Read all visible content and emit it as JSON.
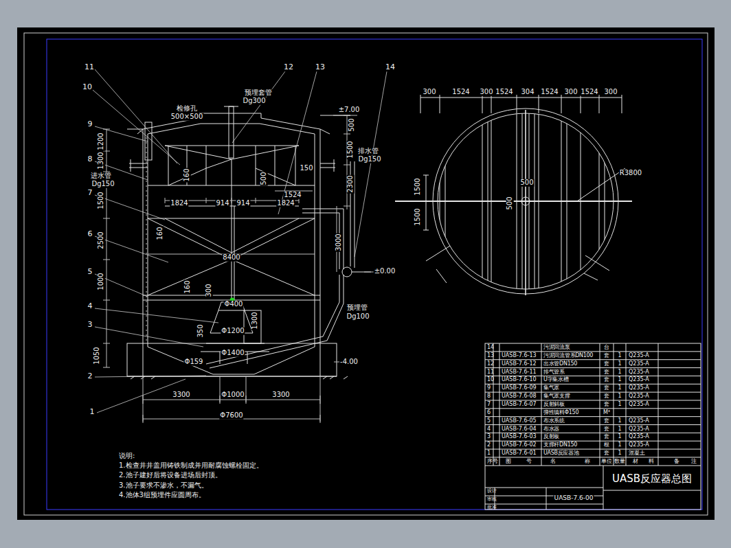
{
  "diagram": {
    "title": "UASB反应器总图",
    "labels": [
      "11",
      "12",
      "13",
      "14",
      "10",
      "9",
      "8",
      "7",
      "6",
      "5",
      "4",
      "3",
      "2",
      "1",
      "预埋套管",
      "Dg300",
      "检修孔",
      "500×500",
      "±7.00",
      "500",
      "1200",
      "1500",
      "排水管",
      "Dg150",
      "150",
      "1300",
      "进水管",
      "Dg150",
      "160",
      "500",
      "2300",
      "1524",
      "1824",
      "914",
      "914",
      "1824",
      "1500",
      "160",
      "3000",
      "2500",
      "8400",
      "±0.00",
      "1000",
      "160",
      "300",
      "Φ400",
      "预埋管",
      "Dg100",
      "Φ1200",
      "1300",
      "350",
      "Φ1400",
      "Φ159",
      "1050",
      "-4.00",
      "3300",
      "Φ1000",
      "3300",
      "Φ7600",
      "300",
      "1524",
      "300",
      "1524",
      "304",
      "1524",
      "300",
      "1524",
      "300",
      "R3800",
      "500",
      "1500",
      "1500",
      "500",
      "说明:",
      "1.检查井井盖用铸铁制成并用耐腐蚀螺栓固定。",
      "2.池子建好后将设备进场后封顶。",
      "3.池子要求不渗水，不漏气。",
      "4.池体3组预埋件应圆周布。",
      "14",
      "污泥回流泵",
      "台",
      "13",
      "UASB-7.6-13",
      "污泥回流管系DN100",
      "套",
      "1",
      "Q235-A",
      "12",
      "UASB-7.6-12",
      "出水管DN150",
      "套",
      "1",
      "Q235-A",
      "11",
      "UASB-7.6-11",
      "排气管系",
      "套",
      "1",
      "Q235-A",
      "10",
      "UASB-7.6-10",
      "U字集水槽",
      "套",
      "1",
      "Q235-A",
      "9",
      "UASB-7.6-09",
      "集气罩",
      "套",
      "1",
      "Q235-A",
      "8",
      "UASB-7.6-08",
      "集气罩支撑",
      "套",
      "1",
      "Q235-A",
      "7",
      "UASB-7.6-07",
      "反射斜板",
      "套",
      "1",
      "Q235-A",
      "6",
      "弹性填料Φ150",
      "M³",
      "5",
      "UASB-7.6-05",
      "布水系统",
      "套",
      "1",
      "Q235-A",
      "4",
      "UASB-7.6-04",
      "布水器",
      "套",
      "1",
      "Q235-A",
      "3",
      "UASB-7.6-03",
      "反射板",
      "套",
      "1",
      "Q235-A",
      "2",
      "UASB-7.6-02",
      "支撑杆DN150",
      "根",
      "1",
      "Q235-A",
      "1",
      "UASB-7.6-01",
      "UASB反应器池",
      "套",
      "1",
      "混凝土",
      "序号",
      "图",
      "号",
      "名",
      "称",
      "单位",
      "数量",
      "材",
      "料",
      "备",
      "注",
      "UASB-7.6-00",
      "设计",
      "审核",
      "批准"
    ]
  }
}
